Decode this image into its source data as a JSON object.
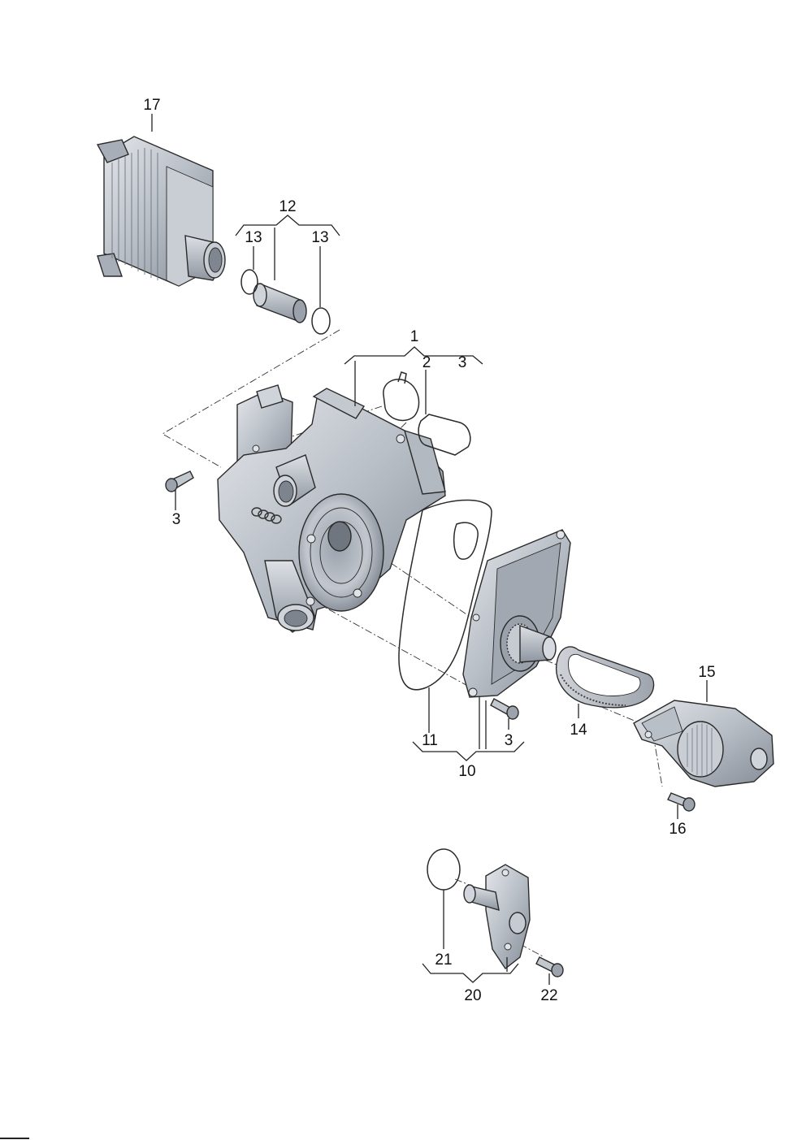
{
  "labels": {
    "p1": "1",
    "p2": "2",
    "p3a": "3",
    "p3b": "3",
    "p3c": "3",
    "p10": "10",
    "p11": "11",
    "p12": "12",
    "p13a": "13",
    "p13b": "13",
    "p14": "14",
    "p15": "15",
    "p16": "16",
    "p17": "17",
    "p20": "20",
    "p21": "21",
    "p22": "22"
  },
  "colors": {
    "body": "#b5bbc4",
    "body_light": "#d6dae0",
    "body_dark": "#7d848e",
    "line": "#222222"
  }
}
